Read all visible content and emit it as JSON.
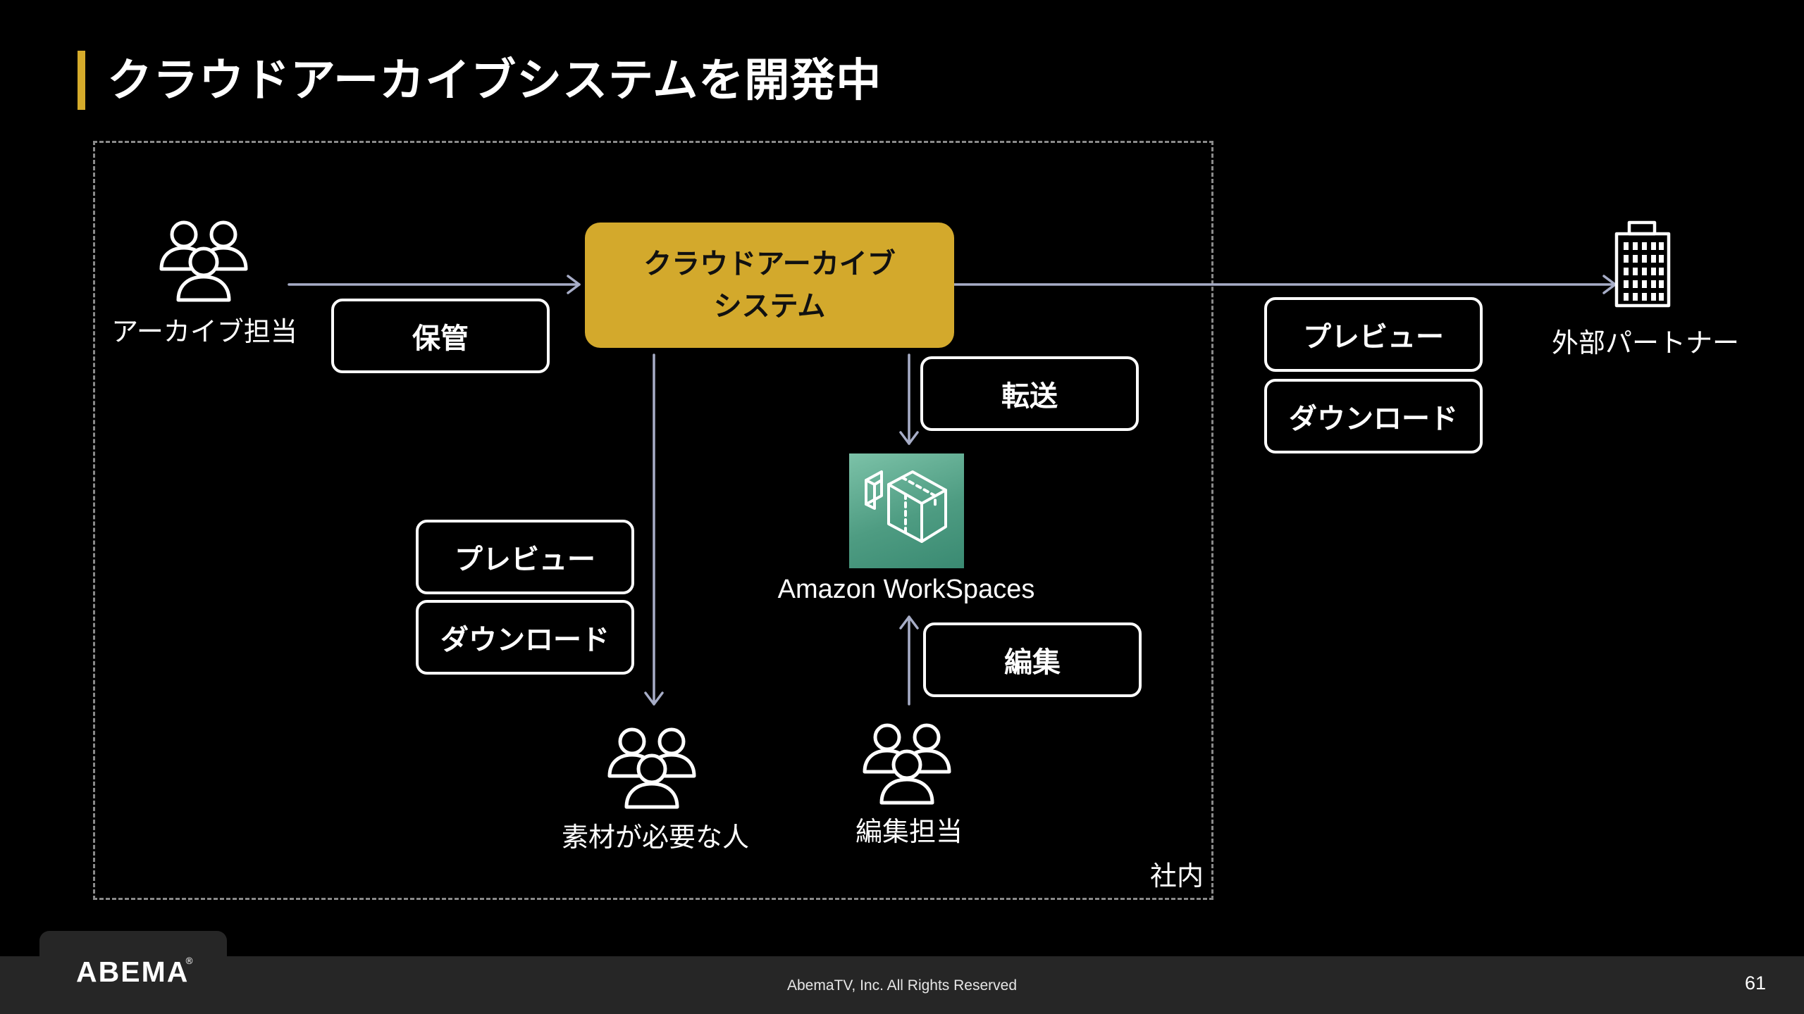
{
  "slide": {
    "title": "クラウドアーカイブシステムを開発中",
    "accent_color": "#d5ab2b"
  },
  "zone": {
    "label": "社内"
  },
  "system": {
    "line1": "クラウドアーカイブ",
    "line2": "システム",
    "color": "#d3a92c"
  },
  "actors": {
    "archive_staff": {
      "label": "アーカイブ担当",
      "icon": "people-icon"
    },
    "material_users": {
      "label": "素材が必要な人",
      "icon": "people-icon"
    },
    "editors": {
      "label": "編集担当",
      "icon": "people-icon"
    },
    "partners": {
      "label": "外部パートナー",
      "icon": "building-icon"
    }
  },
  "workspaces": {
    "label": "Amazon WorkSpaces",
    "icon": "workspaces-icon"
  },
  "tags": {
    "store": "保管",
    "transfer": "転送",
    "edit": "編集",
    "internal_preview": "プレビュー",
    "internal_download": "ダウンロード",
    "external_preview": "プレビュー",
    "external_download": "ダウンロード"
  },
  "footer": {
    "logo": "ABEMA",
    "logo_mark": "®",
    "copyright": "AbemaTV, Inc. All Rights Reserved",
    "page_number": "61"
  }
}
